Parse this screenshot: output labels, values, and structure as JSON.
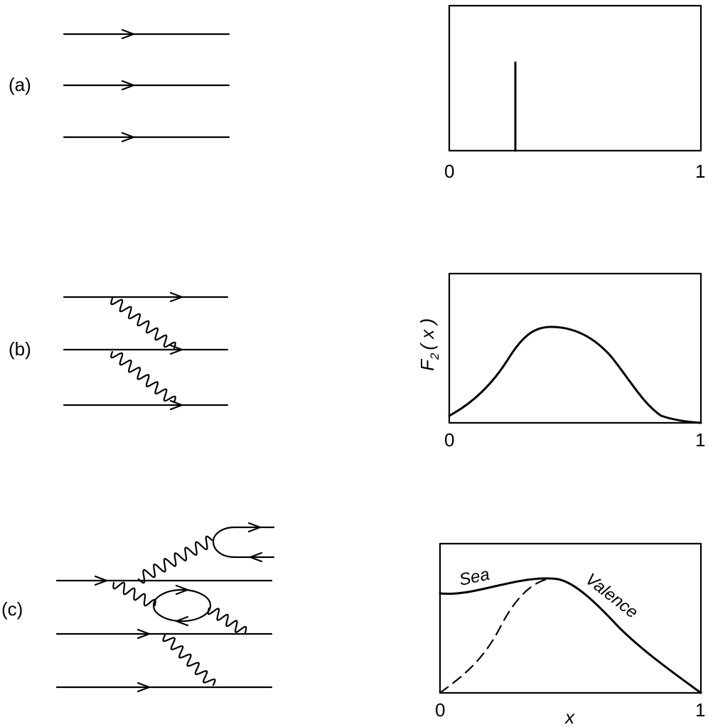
{
  "panels": [
    {
      "id": "a",
      "label": "(a)",
      "x_ticks": [
        "0",
        "1"
      ]
    },
    {
      "id": "b",
      "label": "(b)",
      "x_ticks": [
        "0",
        "1"
      ],
      "ylabel": "F",
      "ylabel_sub": "2",
      "ylabel_tail": "( x )"
    },
    {
      "id": "c",
      "label": "(c)",
      "x_ticks": [
        "0",
        "1"
      ],
      "xlabel": "x",
      "curve_labels": {
        "sea": "Sea",
        "valence": "Valence"
      }
    }
  ]
}
